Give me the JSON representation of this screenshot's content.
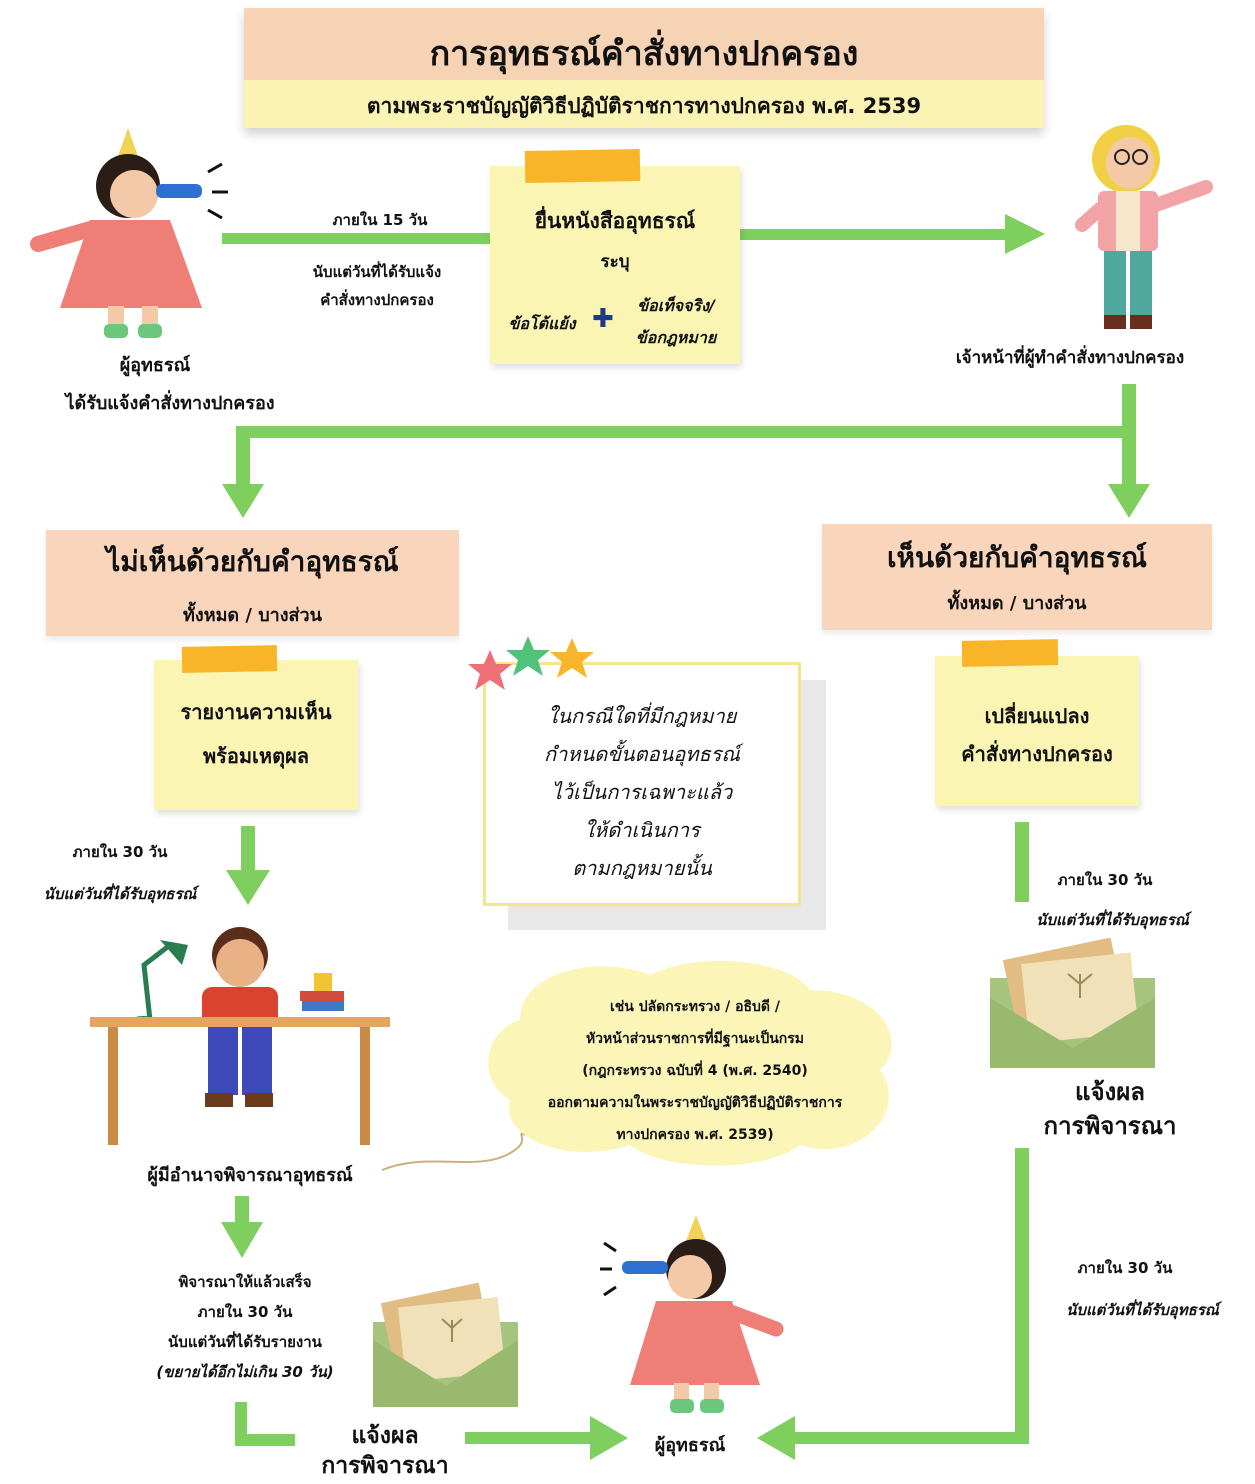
{
  "title": "การอุทธรณ์คำสั่งทางปกครอง",
  "subtitle": "ตามพระราชบัญญัติวิธีปฏิบัติราชการทางปกครอง พ.ศ. 2539",
  "appellant_top": {
    "line1": "ผู้อุทธรณ์",
    "line2": "ได้รับแจ้งคำสั่งทางปกครอง"
  },
  "step_submit": {
    "within": "ภายใน 15 วัน",
    "from1": "นับแต่วันที่ได้รับแจ้ง",
    "from2": "คำสั่งทางปกครอง",
    "title": "ยื่นหนังสืออุทธรณ์",
    "specify": "ระบุ",
    "arg": "ข้อโต้แย้ง",
    "fact1": "ข้อเท็จจริง/",
    "fact2": "ข้อกฎหมาย"
  },
  "officer": "เจ้าหน้าที่ผู้ทำคำสั่งทางปกครอง",
  "disagree": {
    "title": "ไม่เห็นด้วยกับคำอุทธรณ์",
    "sub": "ทั้งหมด / บางส่วน",
    "note1": "รายงานความเห็น",
    "note2": "พร้อมเหตุผล",
    "within": "ภายใน 30 วัน",
    "from": "นับแต่วันที่ได้รับอุทธรณ์"
  },
  "agree": {
    "title": "เห็นด้วยกับคำอุทธรณ์",
    "sub": "ทั้งหมด / บางส่วน",
    "note1": "เปลี่ยนแปลง",
    "note2": "คำสั่งทางปกครอง",
    "within": "ภายใน 30 วัน",
    "from": "นับแต่วันที่ได้รับอุทธรณ์",
    "notify1": "แจ้งผล",
    "notify2": "การพิจารณา",
    "within2": "ภายใน 30 วัน",
    "from2": "นับแต่วันที่ได้รับอุทธรณ์"
  },
  "special_note": {
    "l1": "ในกรณีใดที่มีกฎหมาย",
    "l2": "กำหนดขั้นตอนอุทธรณ์",
    "l3": "ไว้เป็นการเฉพาะแล้ว",
    "l4": "ให้ดำเนินการ",
    "l5": "ตามกฎหมายนั้น"
  },
  "authority": {
    "label": "ผู้มีอำนาจพิจารณาอุทธรณ์",
    "cloud1": "เช่น ปลัดกระทรวง / อธิบดี /",
    "cloud2": "หัวหน้าส่วนราชการที่มีฐานะเป็นกรม",
    "cloud3": "(กฎกระทรวง ฉบับที่ 4 (พ.ศ. 2540)",
    "cloud4": "ออกตามความในพระราชบัญญัติวิธีปฏิบัติราชการ",
    "cloud5": "ทางปกครอง พ.ศ. 2539)"
  },
  "consider": {
    "l1": "พิจารณาให้แล้วเสร็จ",
    "l2": "ภายใน 30 วัน",
    "l3": "นับแต่วันที่ได้รับรายงาน",
    "l4": "(ขยายได้อีกไม่เกิน 30 วัน)"
  },
  "notify_bottom": {
    "l1": "แจ้งผล",
    "l2": "การพิจารณา"
  },
  "appellant_bottom": "ผู้อุทธรณ์",
  "colors": {
    "arrow": "#7fcf5e",
    "salmon": "#f9d6bb",
    "note": "#fbf5b4",
    "tape": "#f8b52a"
  }
}
